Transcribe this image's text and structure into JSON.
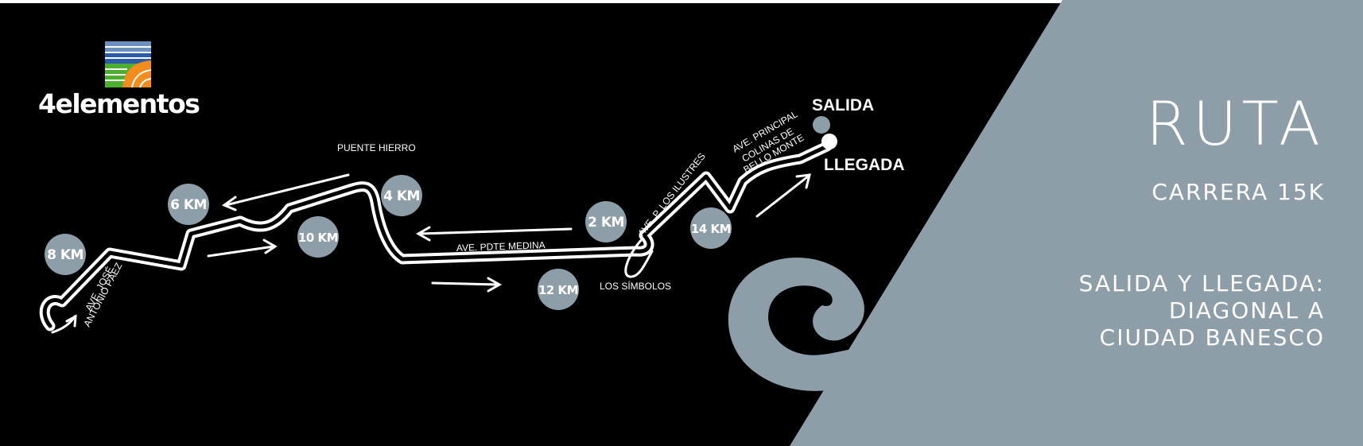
{
  "colors": {
    "background": "#000000",
    "panel": "#8e9ea8",
    "route": "#ffffff",
    "marker": "#8e9ea8"
  },
  "logo": {
    "name": "4elementos"
  },
  "panel": {
    "title": "RUTA",
    "subtitle": "CARRERA 15K",
    "start_finish_lines": [
      "SALIDA Y LLEGADA:",
      "DIAGONAL A",
      "CIUDAD BANESCO"
    ]
  },
  "map": {
    "start_label": "SALIDA",
    "finish_label": "LLEGADA",
    "km_markers": [
      "2 KM",
      "4 KM",
      "6 KM",
      "8 KM",
      "10 KM",
      "12 KM",
      "14 KM"
    ],
    "street_labels": {
      "puente_hierro": "PUENTE HIERRO",
      "pdte_medina": "AVE. PDTE MEDINA",
      "los_simbolos": "LOS SÍMBOLOS",
      "los_ilustres": "AVE. P. LOS ILUSTRES",
      "principal_1": "AVE. PRINCIPAL",
      "principal_2": "COLINAS DE",
      "principal_3": "BELLO MONTE",
      "jose_1": "AVE. JOSÉ",
      "jose_2": "ANTONIO PÁEZ"
    }
  }
}
